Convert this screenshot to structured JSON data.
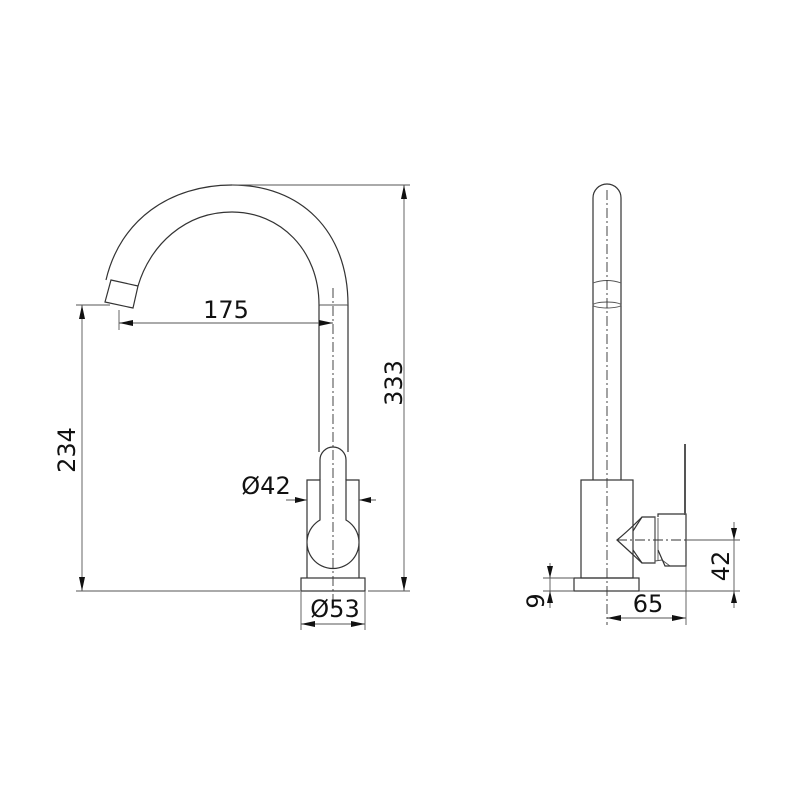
{
  "drawing": {
    "title": "Kitchen mixer tap dimension drawing",
    "views": [
      "front",
      "side"
    ],
    "line_color": "#333333",
    "background": "#ffffff"
  },
  "front_view": {
    "dimensions": {
      "spout_reach": "175",
      "spout_height": "234",
      "overall_height": "333",
      "body_diameter": "Ø42",
      "base_diameter": "Ø53"
    }
  },
  "side_view": {
    "dimensions": {
      "base_thickness": "9",
      "handle_projection": "65",
      "handle_height": "42"
    }
  }
}
